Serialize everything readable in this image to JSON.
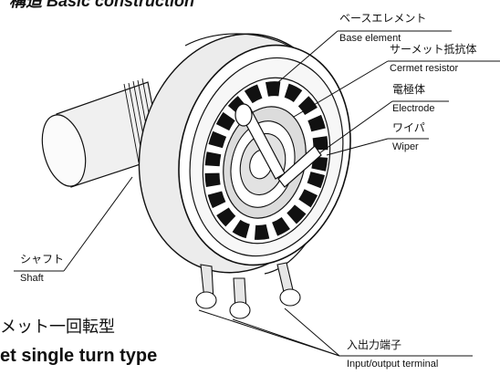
{
  "header": {
    "title_cut": "構造 Basic construction"
  },
  "caption": {
    "jp": "メット一回転型",
    "en": "et single turn type"
  },
  "labels": {
    "base_element": {
      "jp": "ベースエレメント",
      "en": "Base element"
    },
    "cermet_resistor": {
      "jp": "サーメット抵抗体",
      "en": "Cermet resistor"
    },
    "electrode": {
      "jp": "電極体",
      "en": "Electrode"
    },
    "wiper": {
      "jp": "ワイパ",
      "en": "Wiper"
    },
    "shaft": {
      "jp": "シャフト",
      "en": "Shaft"
    },
    "terminal": {
      "jp": "入出力端子",
      "en": "Input/output terminal"
    }
  }
}
